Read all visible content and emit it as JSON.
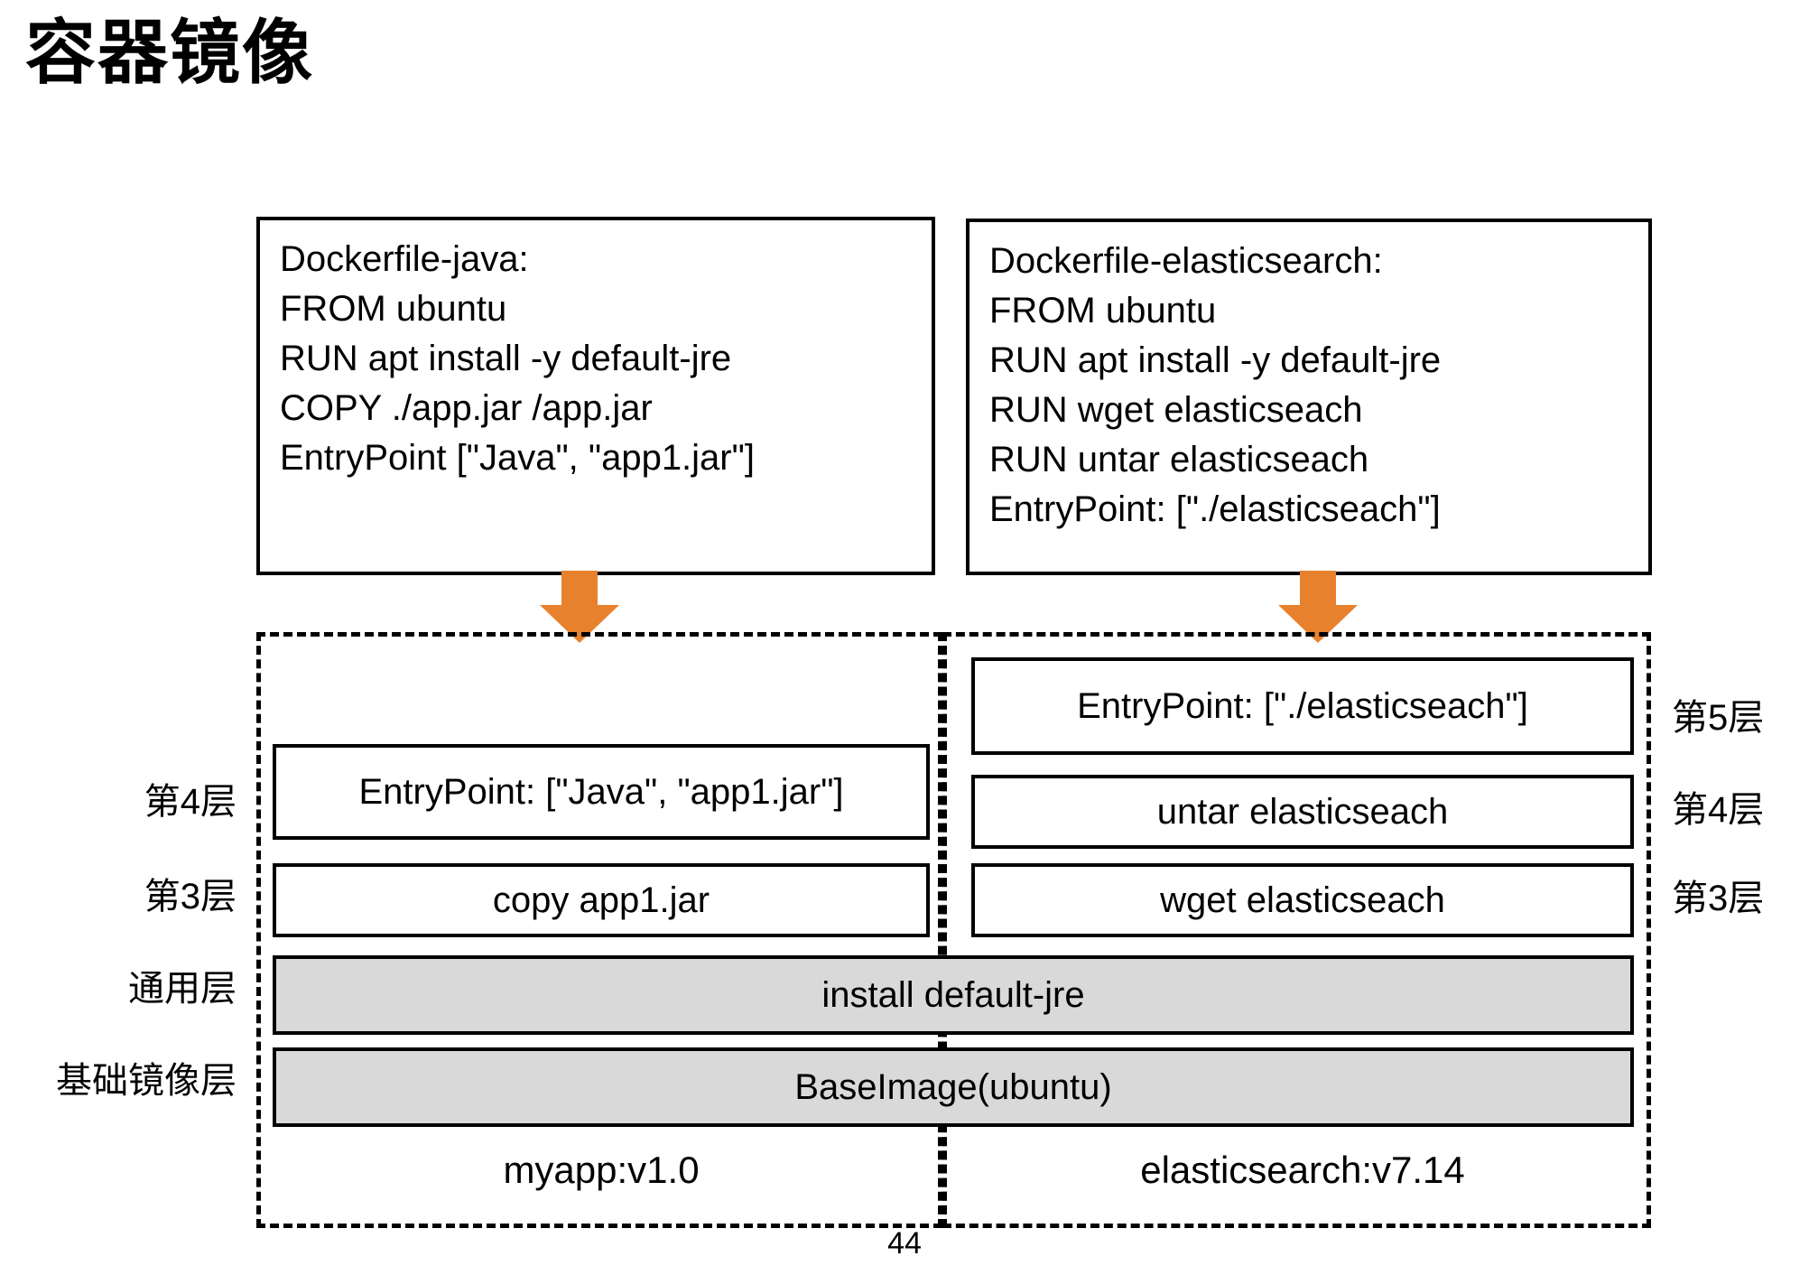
{
  "slide": {
    "title": "容器镜像",
    "page_number": "44"
  },
  "dockerfiles": [
    {
      "name": "dockerfile-java",
      "lines": [
        "Dockerfile-java:",
        "FROM ubuntu",
        "RUN apt install -y default-jre",
        "COPY ./app.jar /app.jar",
        "EntryPoint [\"Java\", \"app1.jar\"]"
      ]
    },
    {
      "name": "dockerfile-elasticsearch",
      "lines": [
        "Dockerfile-elasticsearch:",
        "FROM ubuntu",
        "RUN apt install -y default-jre",
        "RUN wget elasticseach",
        "RUN untar elasticseach",
        "EntryPoint: [\"./elasticseach\"]"
      ]
    }
  ],
  "images": {
    "myapp": {
      "image_name": "myapp:v1.0",
      "layers": [
        {
          "label": "EntryPoint: [\"Java\", \"app1.jar\"]",
          "shared": false
        },
        {
          "label": "copy app1.jar",
          "shared": false
        }
      ]
    },
    "elasticsearch": {
      "image_name": "elasticsearch:v7.14",
      "layers": [
        {
          "label": "EntryPoint: [\"./elasticseach\"]",
          "shared": false
        },
        {
          "label": "untar elasticseach",
          "shared": false
        },
        {
          "label": "wget elasticseach",
          "shared": false
        }
      ]
    },
    "shared_layers": [
      {
        "label": "install default-jre"
      },
      {
        "label": "BaseImage(ubuntu)"
      }
    ]
  },
  "labels": {
    "left": {
      "layer4": "第4层",
      "layer3": "第3层",
      "common": "通用层",
      "base": "基础镜像层"
    },
    "right": {
      "layer5": "第5层",
      "layer4": "第4层",
      "layer3": "第3层"
    }
  },
  "colors": {
    "arrow": "#E8812E",
    "shared_layer_fill": "#D9D9D9",
    "stroke": "#000000",
    "background": "#FFFFFF"
  },
  "icons": {
    "arrow_down": "down-arrow-icon"
  }
}
